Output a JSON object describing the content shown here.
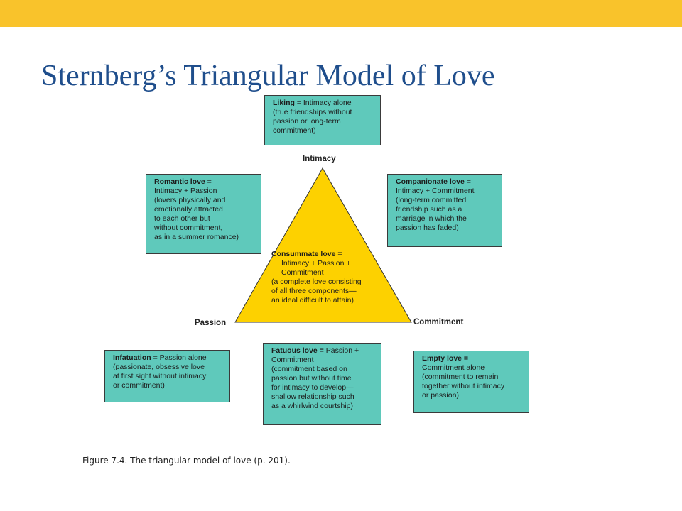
{
  "slide": {
    "title": "Sternberg’s Triangular Model of Love",
    "caption": "Figure 7.4. The triangular model of love (p. 201)."
  },
  "colors": {
    "top_bar": "#f9c32b",
    "title": "#1f4e8c",
    "box_fill": "#5fc9bb",
    "triangle_fill": "#fdd100"
  },
  "vertices": {
    "top": "Intimacy",
    "left": "Passion",
    "right": "Commitment"
  },
  "boxes": {
    "liking": {
      "term": "Liking =",
      "lines": [
        "Intimacy alone",
        "(true friendships without",
        "passion or long-term",
        "commitment)"
      ]
    },
    "romantic": {
      "term": "Romantic love =",
      "lines": [
        "Intimacy + Passion",
        "(lovers physically and",
        "emotionally attracted",
        "to each other but",
        "without commitment,",
        "as in a summer romance)"
      ]
    },
    "companionate": {
      "term": "Companionate love =",
      "lines": [
        "Intimacy + Commitment",
        "(long-term committed",
        "friendship such as a",
        "marriage in which the",
        "passion has faded)"
      ]
    },
    "consummate": {
      "term": "Consummate love =",
      "lines": [
        "Intimacy + Passion +",
        "Commitment",
        "(a complete love consisting",
        "of all three components—",
        "an ideal difficult to attain)"
      ]
    },
    "infatuation": {
      "term": "Infatuation =",
      "lines": [
        "Passion alone",
        "(passionate, obsessive love",
        "at first sight without intimacy",
        "or commitment)"
      ]
    },
    "fatuous": {
      "term": "Fatuous love =",
      "lines": [
        "Passion +",
        "Commitment",
        "(commitment based on",
        "passion but without time",
        "for intimacy to develop—",
        "shallow relationship such",
        "as a whirlwind courtship)"
      ]
    },
    "empty": {
      "term": "Empty love =",
      "lines": [
        "Commitment alone",
        "(commitment to remain",
        "together without intimacy",
        "or passion)"
      ]
    }
  }
}
